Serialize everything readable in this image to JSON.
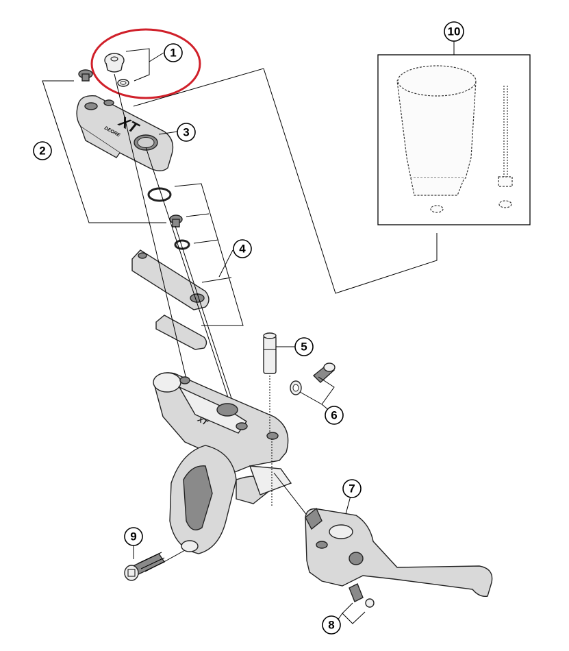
{
  "diagram": {
    "highlight_color": "#d0202a",
    "callouts": [
      {
        "id": "c1",
        "label": "1"
      },
      {
        "id": "c2",
        "label": "2"
      },
      {
        "id": "c3",
        "label": "3"
      },
      {
        "id": "c4",
        "label": "4"
      },
      {
        "id": "c5",
        "label": "5"
      },
      {
        "id": "c6",
        "label": "6"
      },
      {
        "id": "c7",
        "label": "7"
      },
      {
        "id": "c8",
        "label": "8"
      },
      {
        "id": "c9",
        "label": "9"
      },
      {
        "id": "c10",
        "label": "10"
      }
    ],
    "cover_logo": {
      "brand": "XT",
      "series": "DEORE"
    },
    "body_logo": "XT"
  }
}
